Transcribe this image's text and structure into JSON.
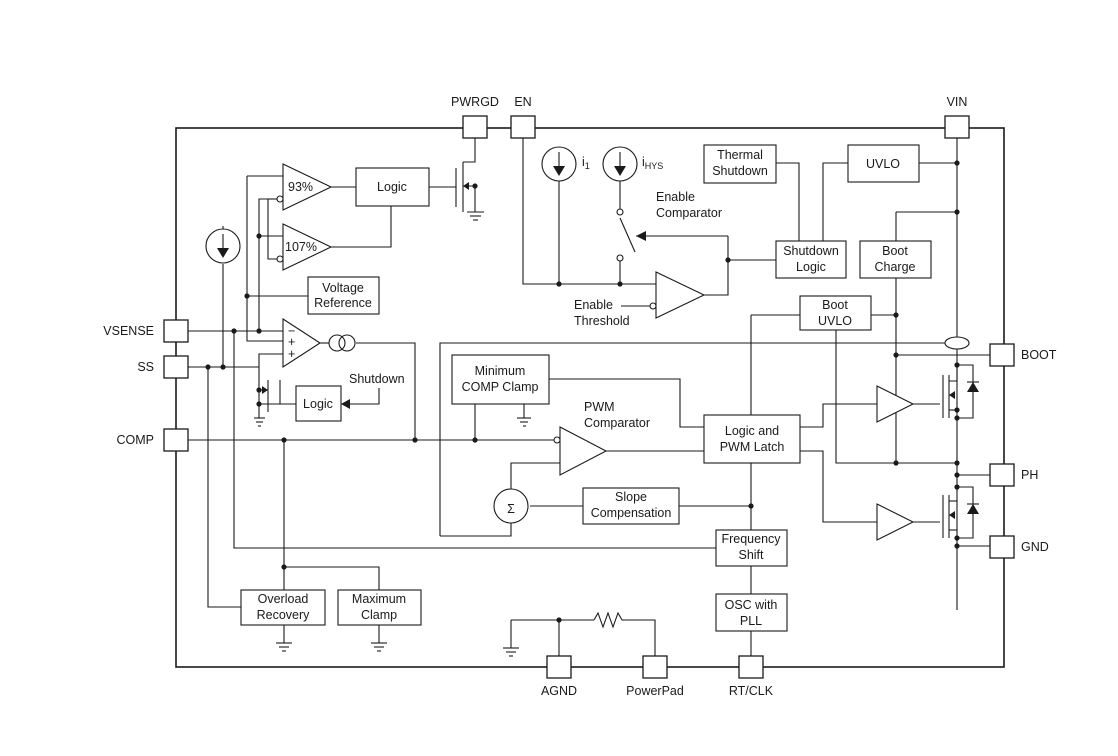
{
  "pins": {
    "pwrgd": "PWRGD",
    "en": "EN",
    "vin": "VIN",
    "vsense": "VSENSE",
    "ss": "SS",
    "comp": "COMP",
    "boot": "BOOT",
    "ph": "PH",
    "gnd": "GND",
    "agnd": "AGND",
    "powerpad": "PowerPad",
    "rtclk": "RT/CLK"
  },
  "blocks": {
    "logic_top": "Logic",
    "logic_ss": "Logic",
    "voltage_reference": [
      "Voltage",
      "Reference"
    ],
    "thermal_shutdown": [
      "Thermal",
      "Shutdown"
    ],
    "uvlo": "UVLO",
    "shutdown_logic": [
      "Shutdown",
      "Logic"
    ],
    "boot_charge": [
      "Boot",
      "Charge"
    ],
    "boot_uvlo": [
      "Boot",
      "UVLO"
    ],
    "min_comp_clamp": [
      "Minimum",
      "COMP Clamp"
    ],
    "logic_pwm_latch": [
      "Logic and",
      "PWM Latch"
    ],
    "slope_compensation": [
      "Slope",
      "Compensation"
    ],
    "frequency_shift": [
      "Frequency",
      "Shift"
    ],
    "osc_pll": [
      "OSC with",
      "PLL"
    ],
    "overload_recovery": [
      "Overload",
      "Recovery"
    ],
    "maximum_clamp": [
      "Maximum",
      "Clamp"
    ]
  },
  "labels": {
    "comp_93": "93%",
    "comp_107": "107%",
    "i1_main": "i",
    "i1_sub": "1",
    "ihys_main": "i",
    "ihys_sub": "HYS",
    "enable_comparator": [
      "Enable",
      "Comparator"
    ],
    "enable_threshold": [
      "Enable",
      "Threshold"
    ],
    "pwm_comparator": [
      "PWM",
      "Comparator"
    ],
    "shutdown": "Shutdown",
    "sigma": "Σ",
    "minus": "−",
    "plus": "+"
  }
}
